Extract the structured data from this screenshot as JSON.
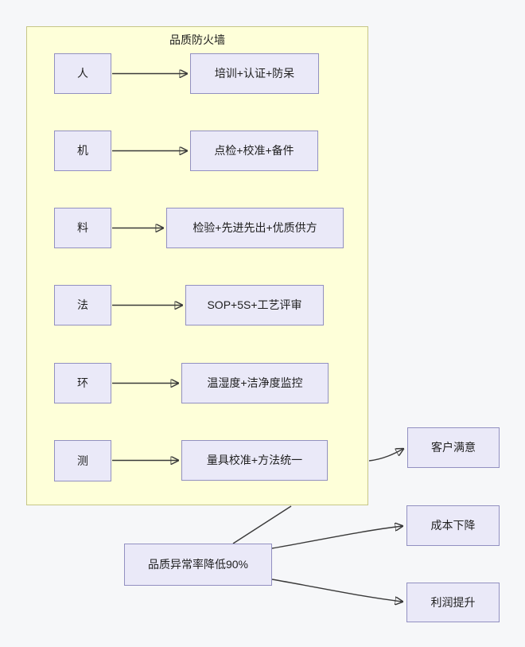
{
  "diagram": {
    "container": {
      "title": "品质防火墙"
    },
    "rows": [
      {
        "factor": "人",
        "measure": "培训+认证+防呆"
      },
      {
        "factor": "机",
        "measure": "点检+校准+备件"
      },
      {
        "factor": "料",
        "measure": "检验+先进先出+优质供方"
      },
      {
        "factor": "法",
        "measure": "SOP+5S+工艺评审"
      },
      {
        "factor": "环",
        "measure": "温湿度+洁净度监控"
      },
      {
        "factor": "测",
        "measure": "量具校准+方法统一"
      }
    ],
    "outcome": {
      "label": "品质异常率降低90%"
    },
    "results": [
      {
        "label": "客户满意"
      },
      {
        "label": "成本下降"
      },
      {
        "label": "利润提升"
      }
    ],
    "colors": {
      "page_bg": "#f6f7f9",
      "container_fill": "#feffd9",
      "container_border": "#c6c687",
      "node_fill": "#eae9f8",
      "node_border": "#9290c1",
      "connector": "#3a3a3a"
    }
  }
}
